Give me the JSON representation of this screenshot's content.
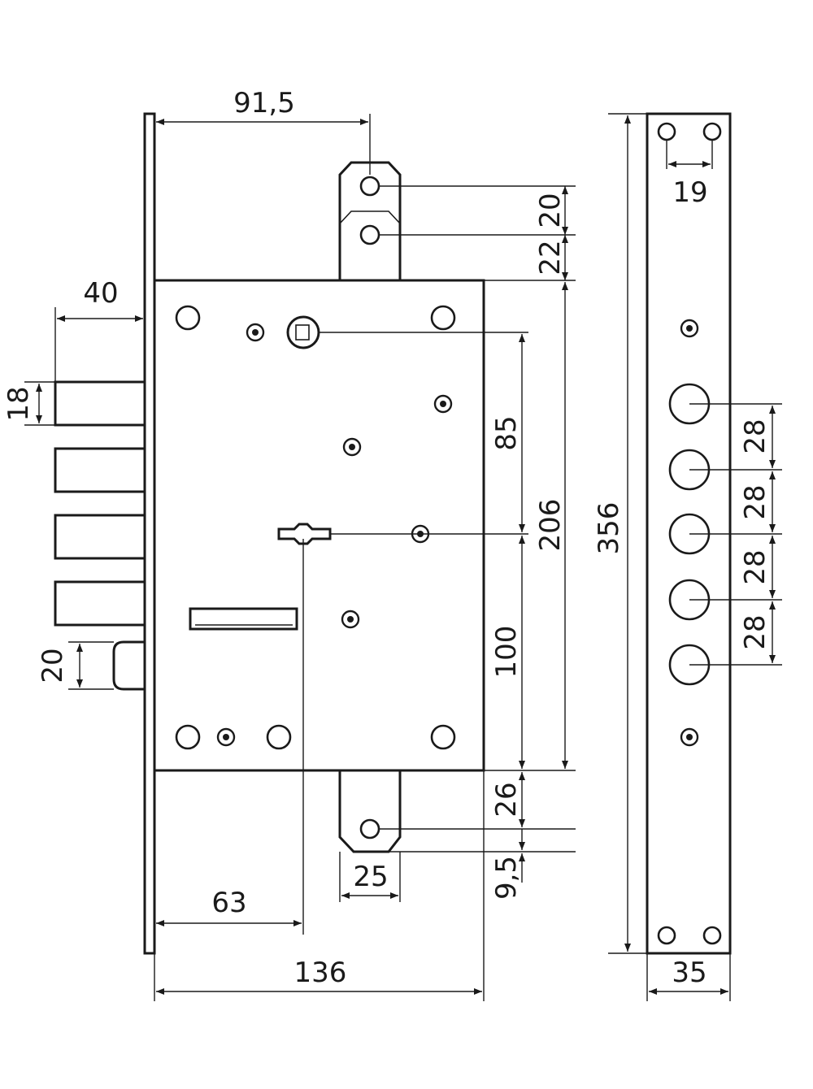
{
  "dimensions": {
    "top_offset": "91,5",
    "hook_gap_1": "20",
    "hook_gap_2": "22",
    "bolt_length": "40",
    "bolt_width": "18",
    "latch_width": "20",
    "keyhole_to_cam": "85",
    "body_height": "206",
    "cam_to_bottom": "100",
    "bottom_hook_gap": "26",
    "bottom_hook_offset": "9,5",
    "hook_width": "25",
    "backset": "63",
    "body_depth": "136",
    "faceplate_height": "356",
    "faceplate_hole_spacing": "19",
    "hole_pitch": [
      "28",
      "28",
      "28",
      "28"
    ],
    "faceplate_width": "35"
  }
}
